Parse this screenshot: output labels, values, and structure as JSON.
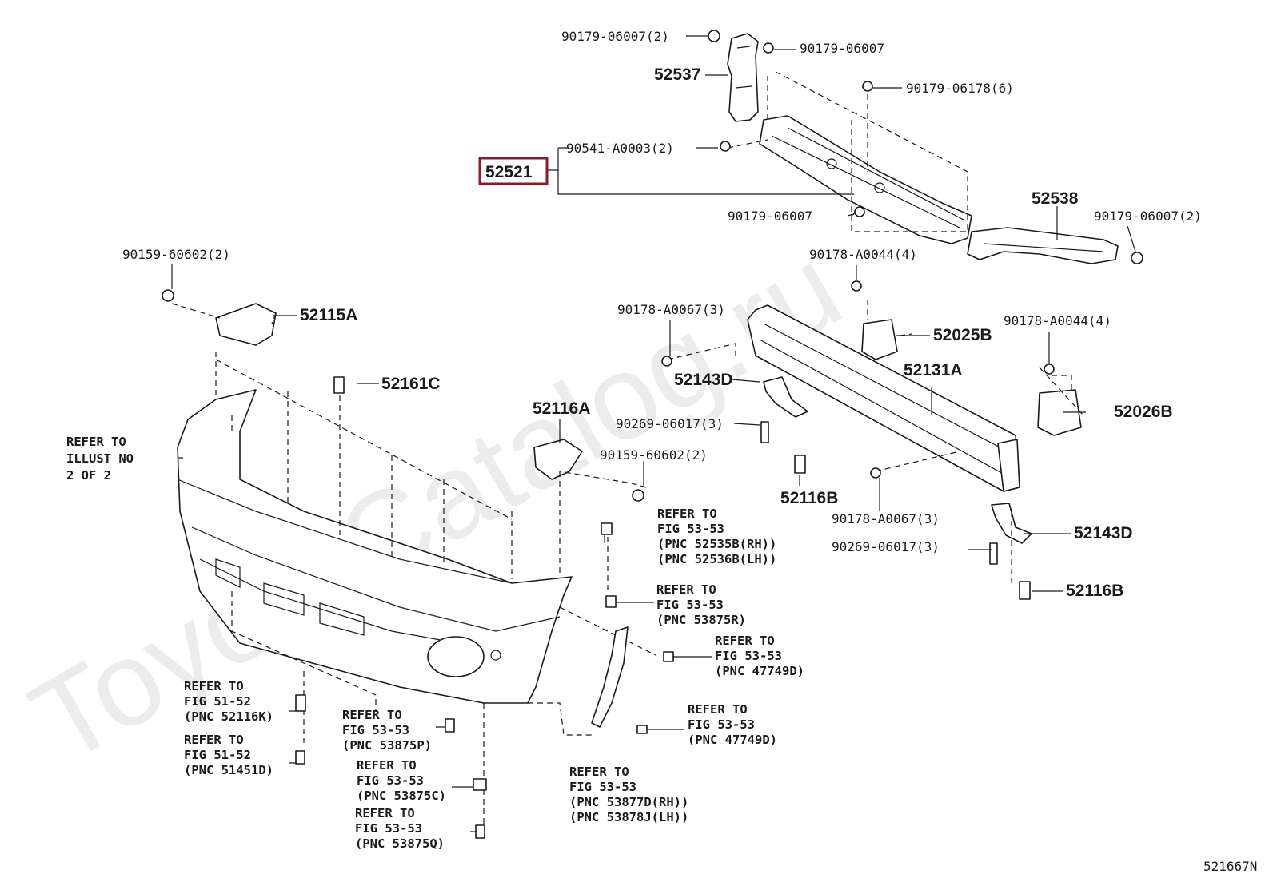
{
  "watermark": "ToyotaCatalog.ru",
  "highlighted_part": "52521",
  "figure_code": "521667N",
  "part_labels": {
    "p52537": "52537",
    "p52538": "52538",
    "p52115a": "52115A",
    "p52161c": "52161C",
    "p52116a": "52116A",
    "p52025b": "52025B",
    "p52131a": "52131A",
    "p52143d_1": "52143D",
    "p52143d_2": "52143D",
    "p52026b": "52026B",
    "p52116b_1": "52116B",
    "p52116b_2": "52116B"
  },
  "fastener_labels": {
    "f1": "90179-06007(2)",
    "f2": "90179-06007",
    "f3": "90179-06178(6)",
    "f4": "90541-A0003(2)",
    "f5": "90179-06007",
    "f6": "90179-06007(2)",
    "f7": "90178-A0044(4)",
    "f8": "90159-60602(2)",
    "f9": "90178-A0067(3)",
    "f10": "90178-A0044(4)",
    "f11": "90269-06017(3)",
    "f12": "90159-60602(2)",
    "f13": "90178-A0067(3)",
    "f14": "90269-06017(3)"
  },
  "refer_notes": {
    "illust": [
      "REFER TO",
      "ILLUST NO",
      "2 OF 2"
    ],
    "n1": [
      "REFER TO",
      "FIG 53-53",
      "(PNC 52535B(RH))",
      "(PNC 52536B(LH))"
    ],
    "n2": [
      "REFER TO",
      "FIG 53-53",
      "(PNC 53875R)"
    ],
    "n3": [
      "REFER TO",
      "FIG 53-53",
      "(PNC 47749D)"
    ],
    "n4": [
      "REFER TO",
      "FIG 53-53",
      "(PNC 47749D)"
    ],
    "n5": [
      "REFER TO",
      "FIG 51-52",
      "(PNC 52116K)"
    ],
    "n6": [
      "REFER TO",
      "FIG 51-52",
      "(PNC 51451D)"
    ],
    "n7": [
      "REFER TO",
      "FIG 53-53",
      "(PNC 53875P)"
    ],
    "n8": [
      "REFER TO",
      "FIG 53-53",
      "(PNC 53875C)"
    ],
    "n9": [
      "REFER TO",
      "FIG 53-53",
      "(PNC 53875Q)"
    ],
    "n10": [
      "REFER TO",
      "FIG 53-53",
      "(PNC 53877D(RH))",
      "(PNC 53878J(LH))"
    ]
  },
  "colors": {
    "highlight": "#8b1a2b",
    "ink": "#1a1a1a",
    "watermark": "#ececec"
  }
}
